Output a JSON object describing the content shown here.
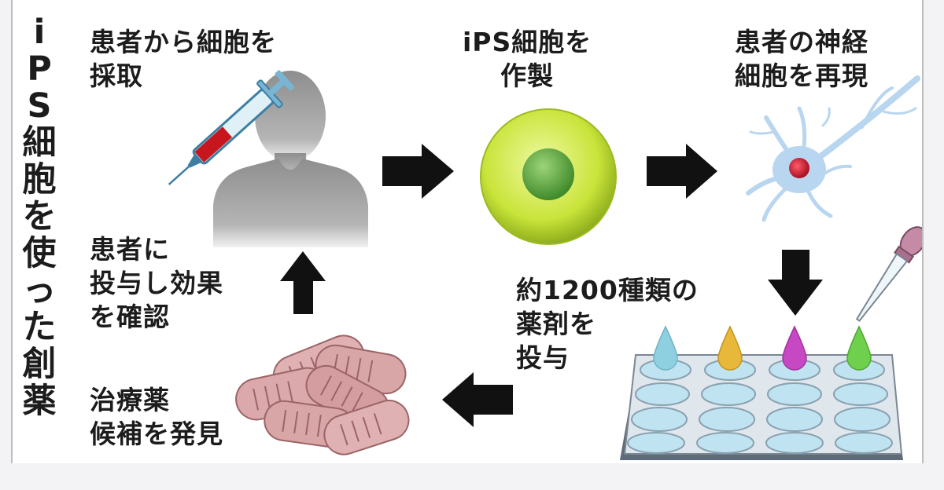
{
  "title_chars": [
    "i",
    "P",
    "S",
    "細",
    "胞",
    "を",
    "使",
    "っ",
    "た",
    "創",
    "薬"
  ],
  "steps": {
    "collect": {
      "lines": [
        "患者から細胞を",
        "採取"
      ]
    },
    "make_ips": {
      "lines": [
        "iPS細胞を",
        "作製"
      ]
    },
    "neuron": {
      "lines": [
        "患者の神経",
        "細胞を再現"
      ]
    },
    "dose_drugs": {
      "lines": [
        "約1200種類の",
        "薬剤を",
        "投与"
      ]
    },
    "candidate": {
      "lines": [
        "治療薬",
        "候補を発見"
      ]
    },
    "confirm": {
      "lines": [
        "患者に",
        "投与し効果",
        "を確認"
      ]
    }
  },
  "colors": {
    "silhouette": "#9a9a9a",
    "ips_cell": "#c9e43a",
    "ips_nucleus": "#4e9a36",
    "neuron": "#b9d6f0",
    "neuron_nucleus": "#c2182b",
    "pill": "#d9a6a8",
    "well_liquid": "#bfe3f0",
    "drop_colors": [
      "#8fd0e0",
      "#e7b83a",
      "#c649c3",
      "#6fd04d"
    ]
  }
}
